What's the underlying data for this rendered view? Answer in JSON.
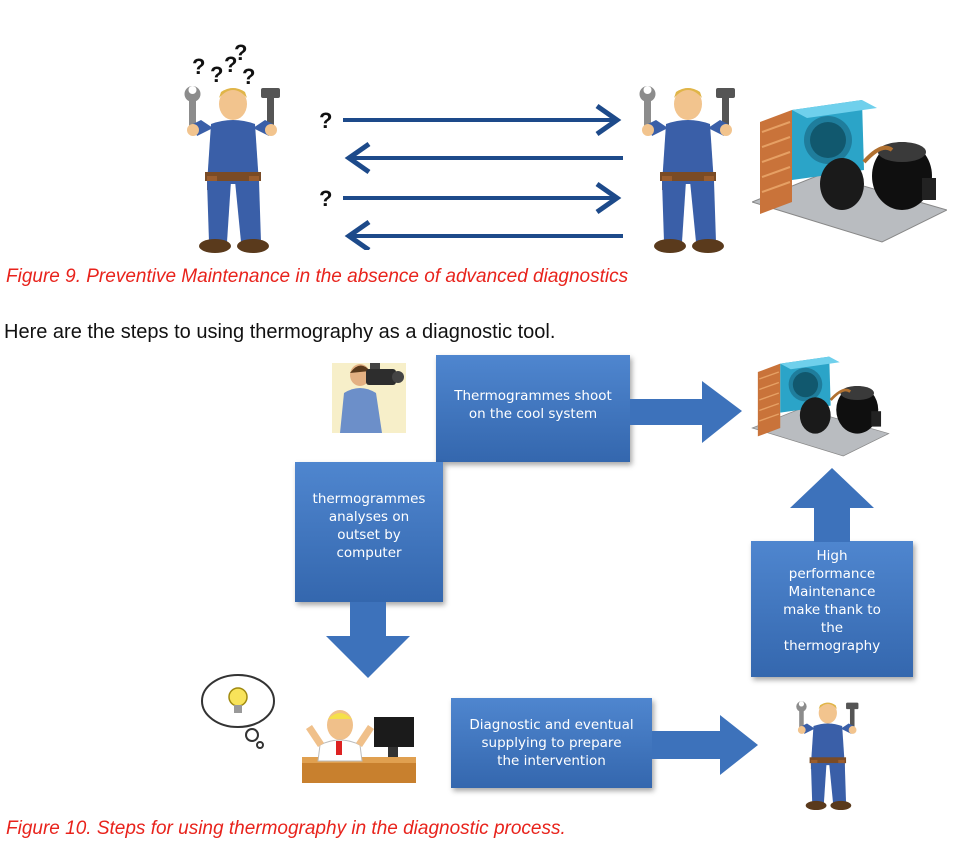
{
  "figure9": {
    "question_marks": [
      "?",
      "?",
      "?",
      "?",
      "?"
    ],
    "arrow_question_marks": [
      "?",
      "?"
    ],
    "caption": "Figure 9. Preventive Maintenance in the absence of advanced diagnostics"
  },
  "intro_text": "Here are the steps to using thermography as a diagnostic tool.",
  "figure10": {
    "steps": {
      "shoot": "Thermogrammes shoot\non the cool system",
      "analyse": "thermogrammes\nanalyses on\noutset by\ncomputer",
      "diagnostic": "Diagnostic and eventual\nsupplying to  prepare\nthe intervention",
      "maintenance": "High\nperformance\nMaintenance\nmake  thank to\nthe\nthermography"
    },
    "caption": "Figure 10. Steps for using thermography in the diagnostic process."
  },
  "colors": {
    "arrow_dark": "#1d4a8a",
    "box_blue": "#3d72bb",
    "caption_red": "#e8231c",
    "worker_blue": "#3a5fa8",
    "unit_cyan": "#2ba4c8"
  },
  "icons": [
    "mechanic-icon",
    "cooling-unit-icon",
    "cameraman-icon",
    "engineer-computer-icon",
    "lightbulb-thought-icon"
  ]
}
